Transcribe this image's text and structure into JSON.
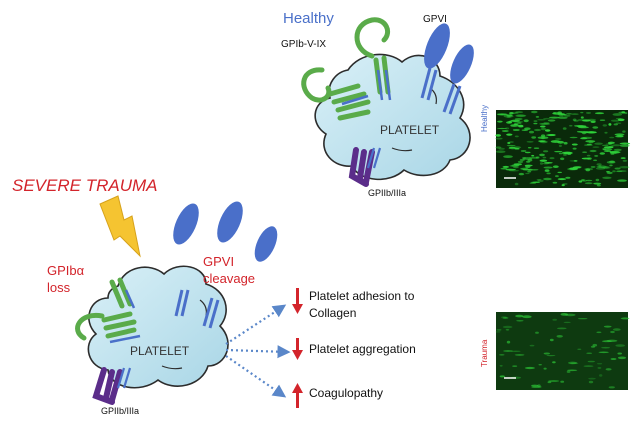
{
  "healthy_panel": {
    "title": "Healthy",
    "gpvi_label": "GPVI",
    "gpib_label": "GPIb-V-IX",
    "platelet_label": "PLATELET",
    "gpiib_label": "GPIIb/IIIa",
    "image_label": "Healthy"
  },
  "trauma_panel": {
    "title": "SEVERE TRAUMA",
    "gpiba_line1": "GPIbα",
    "gpiba_line2": "loss",
    "gpvi_line1": "GPVI",
    "gpvi_line2": "cleavage",
    "platelet_label": "PLATELET",
    "gpiib_label": "GPIIb/IIIa",
    "image_label": "Trauma"
  },
  "effects": [
    {
      "direction": "down",
      "line1": "Platelet adhesion to",
      "line2": "Collagen"
    },
    {
      "direction": "down",
      "line1": "Platelet aggregation",
      "line2": ""
    },
    {
      "direction": "up",
      "line1": "Coagulopathy",
      "line2": ""
    }
  ],
  "colors": {
    "healthy_blue": "#4a70c9",
    "trauma_red": "#d3242b",
    "gpib_green": "#5aab4a",
    "gpvi_blue": "#4a6fc9",
    "gpiib_purple": "#5b2d8a",
    "platelet_fill": "#bfe3ee",
    "lightning": "#f5c431",
    "micro_bg": "#0a2a0a",
    "micro_spot": "#2fd23a"
  }
}
